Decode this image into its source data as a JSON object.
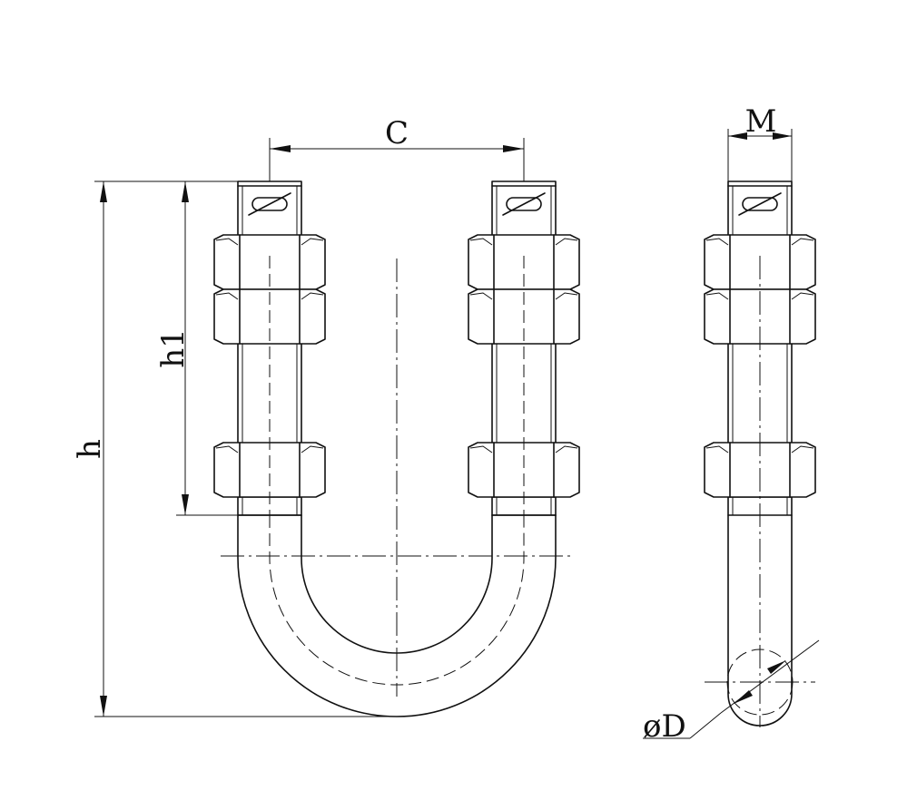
{
  "labels": {
    "c": "C",
    "m": "M",
    "h1": "h1",
    "h": "h",
    "d": "øD"
  }
}
